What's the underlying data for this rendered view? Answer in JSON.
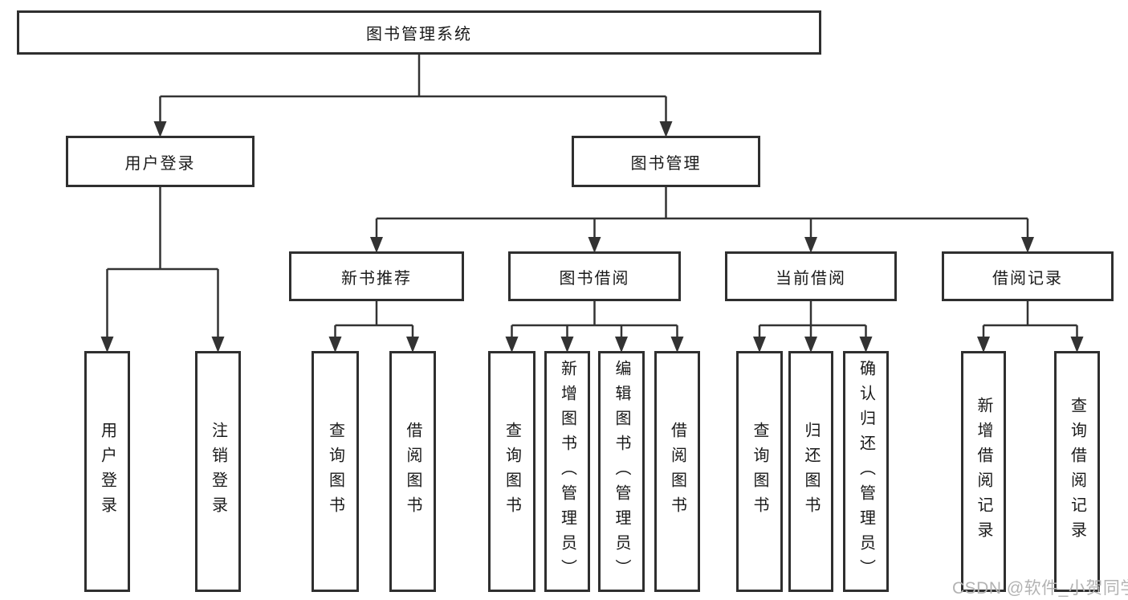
{
  "colors": {
    "line": "#333333",
    "box_border": "#2f2f2f",
    "box_fill": "#ffffff",
    "text": "#1a1a1a",
    "watermark": "#b3b3b3"
  },
  "nodes": {
    "root": "图书管理系统",
    "level2": {
      "user_login": "用户登录",
      "book_management": "图书管理"
    },
    "level3": {
      "new_book_recommend": "新书推荐",
      "book_borrowing": "图书借阅",
      "current_borrowing": "当前借阅",
      "borrowing_records": "借阅记录"
    },
    "leaves": {
      "user_login_leaf": "用户登录",
      "logout_leaf": "注销登录",
      "nb_query_books": "查询图书",
      "nb_borrow_books": "借阅图书",
      "bb_query_books": "查询图书",
      "bb_add_books": "新增图书（管理员）",
      "bb_edit_books": "编辑图书（管理员）",
      "bb_borrow_books": "借阅图书",
      "cb_query_books": "查询图书",
      "cb_return_books": "归还图书",
      "cb_confirm_return": "确认归还（管理员）",
      "br_add_record": "新增借阅记录",
      "br_query_record": "查询借阅记录"
    }
  },
  "watermark": "CSDN @软件_小贺同学"
}
